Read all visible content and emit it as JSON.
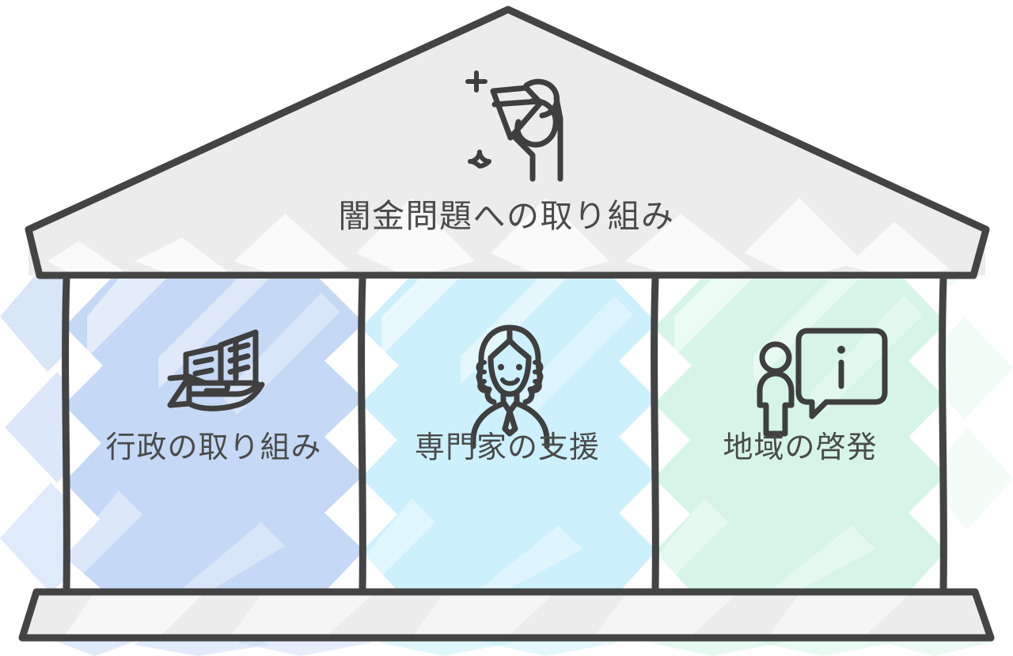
{
  "figure": {
    "type": "infographic-building",
    "title": "闇金問題への取り組み",
    "header_icon": "hand-holding-gem-icon",
    "colors": {
      "outline": "#444444",
      "pediment_fill": "#ececec",
      "base_fill": "#ececec",
      "column_1": "#c5d8f5",
      "column_2": "#ccf0fc",
      "column_3": "#d6f5e6",
      "text": "#4a4a4a",
      "page_background": "#ffffff"
    }
  },
  "columns": [
    {
      "id": "administration",
      "label": "行政の取り組み",
      "icon": "hand-holding-buildings-icon",
      "color": "#c5d8f5"
    },
    {
      "id": "expert-support",
      "label": "専門家の支援",
      "icon": "expert-person-icon",
      "color": "#ccf0fc"
    },
    {
      "id": "community-awareness",
      "label": "地域の啓発",
      "icon": "person-info-bubble-icon",
      "color": "#d6f5e6"
    }
  ]
}
